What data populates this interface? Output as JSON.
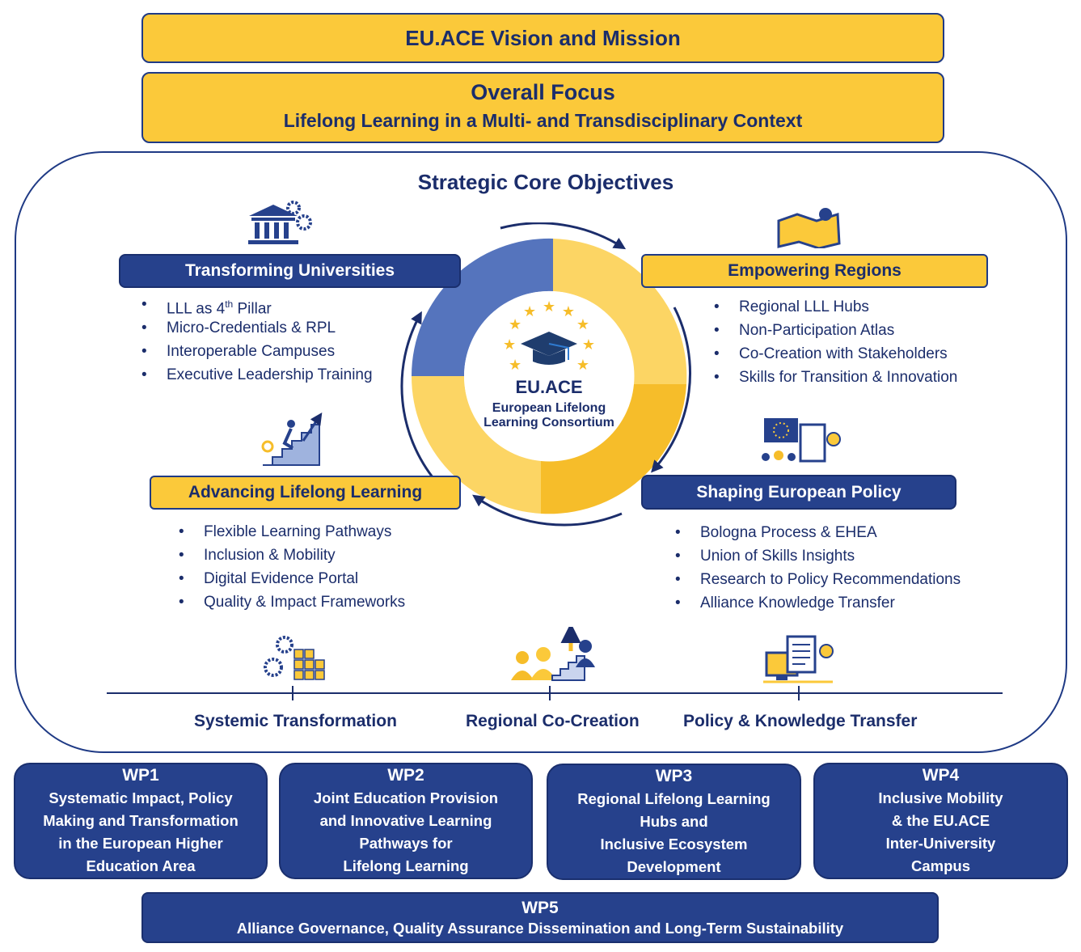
{
  "header": {
    "title": "EU.ACE Vision and Mission"
  },
  "focus": {
    "title": "Overall Focus",
    "subtitle": "Lifelong Learning in a Multi- and Transdisciplinary Context"
  },
  "core": {
    "title": "Strategic Core Objectives",
    "center": {
      "name": "EU.ACE",
      "line1": "European Lifelong",
      "line2": "Learning Consortium"
    }
  },
  "objectives": [
    {
      "title": "Transforming Universities",
      "items": [
        "LLL as 4",
        "Micro-Credentials & RPL",
        "Interoperable Campuses",
        "Executive Leadership Training"
      ],
      "sup": "th",
      "tail": " Pillar"
    },
    {
      "title": "Empowering Regions",
      "items": [
        "Regional LLL Hubs",
        "Non-Participation Atlas",
        "Co-Creation with Stakeholders",
        "Skills for Transition & Innovation"
      ]
    },
    {
      "title": "Advancing Lifelong Learning",
      "items": [
        "Flexible Learning Pathways",
        "Inclusion & Mobility",
        "Digital Evidence Portal",
        "Quality & Impact Frameworks"
      ]
    },
    {
      "title": "Shaping European Policy",
      "items": [
        "Bologna Process & EHEA",
        "Union of Skills Insights",
        "Research to Policy Recommendations",
        "Alliance Knowledge Transfer"
      ]
    }
  ],
  "pillars": [
    "Systemic Transformation",
    "Regional Co-Creation",
    "Policy & Knowledge Transfer"
  ],
  "work_packages": [
    {
      "id": "WP1",
      "lines": [
        "Systematic Impact, Policy",
        "Making and Transformation",
        "in the European Higher",
        "Education Area"
      ]
    },
    {
      "id": "WP2",
      "lines": [
        "Joint Education Provision",
        "and Innovative Learning",
        "Pathways for",
        "Lifelong Learning"
      ]
    },
    {
      "id": "WP3",
      "lines": [
        "Regional Lifelong Learning",
        "Hubs and",
        "Inclusive Ecosystem",
        "Development"
      ]
    },
    {
      "id": "WP4",
      "lines": [
        "Inclusive Mobility",
        "& the EU.ACE",
        "Inter-University",
        "Campus"
      ]
    },
    {
      "id": "WP5",
      "lines": [
        "Alliance Governance, Quality Assurance Dissemination and Long-Term Sustainability"
      ]
    }
  ],
  "colors": {
    "navy": "#26418c",
    "yellow": "#fbc93a",
    "blue_segment": "#5574bd",
    "light_yellow": "#fcd564",
    "dark_yellow": "#f6bd2a"
  }
}
